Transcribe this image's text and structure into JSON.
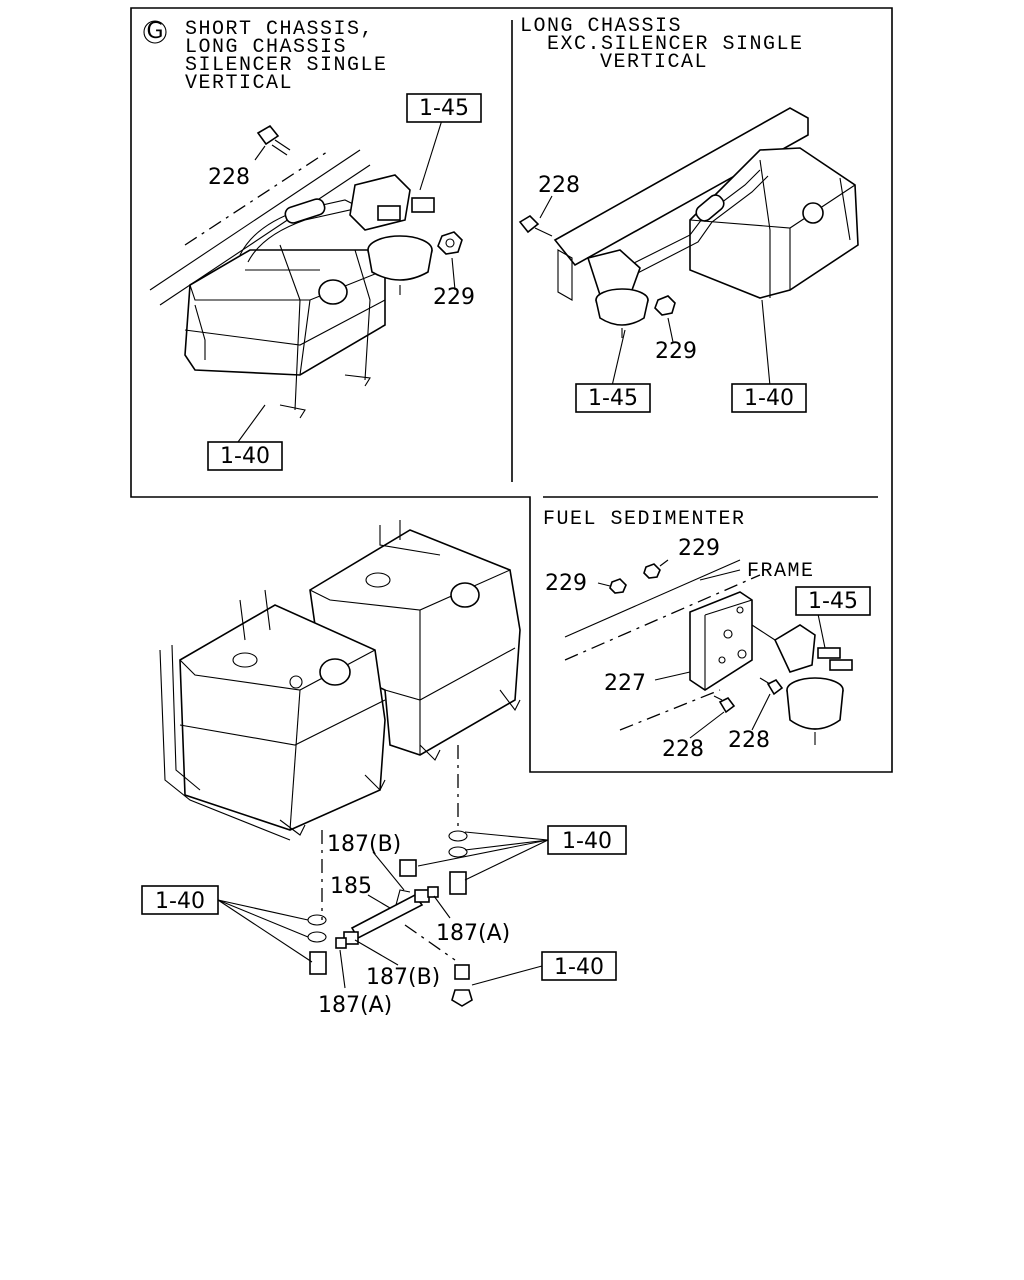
{
  "panels": {
    "short_chassis": {
      "marker": "G",
      "title_lines": [
        "SHORT CHASSIS,",
        "LONG CHASSIS",
        "SILENCER SINGLE",
        "VERTICAL"
      ],
      "labels": {
        "p228": "228",
        "p229": "229"
      },
      "refs": {
        "r145": "1-45",
        "r140": "1-40"
      }
    },
    "long_chassis": {
      "title_lines": [
        "LONG CHASSIS",
        "EXC.SILENCER SINGLE",
        "VERTICAL"
      ],
      "labels": {
        "p228": "228",
        "p229": "229"
      },
      "refs": {
        "r145": "1-45",
        "r140": "1-40"
      }
    },
    "fuel_sedimenter": {
      "title": "FUEL SEDIMENTER",
      "labels": {
        "p229a": "229",
        "p229b": "229",
        "frame": "FRAME",
        "p227": "227",
        "p228a": "228",
        "p228b": "228"
      },
      "refs": {
        "r145": "1-45"
      }
    },
    "main": {
      "labels": {
        "p187b_top": "187(B)",
        "p185": "185",
        "p187a_right": "187(A)",
        "p187b_bottom": "187(B)",
        "p187a_left": "187(A)"
      },
      "refs": {
        "r140_right": "1-40",
        "r140_left": "1-40",
        "r140_bottom": "1-40"
      }
    }
  }
}
